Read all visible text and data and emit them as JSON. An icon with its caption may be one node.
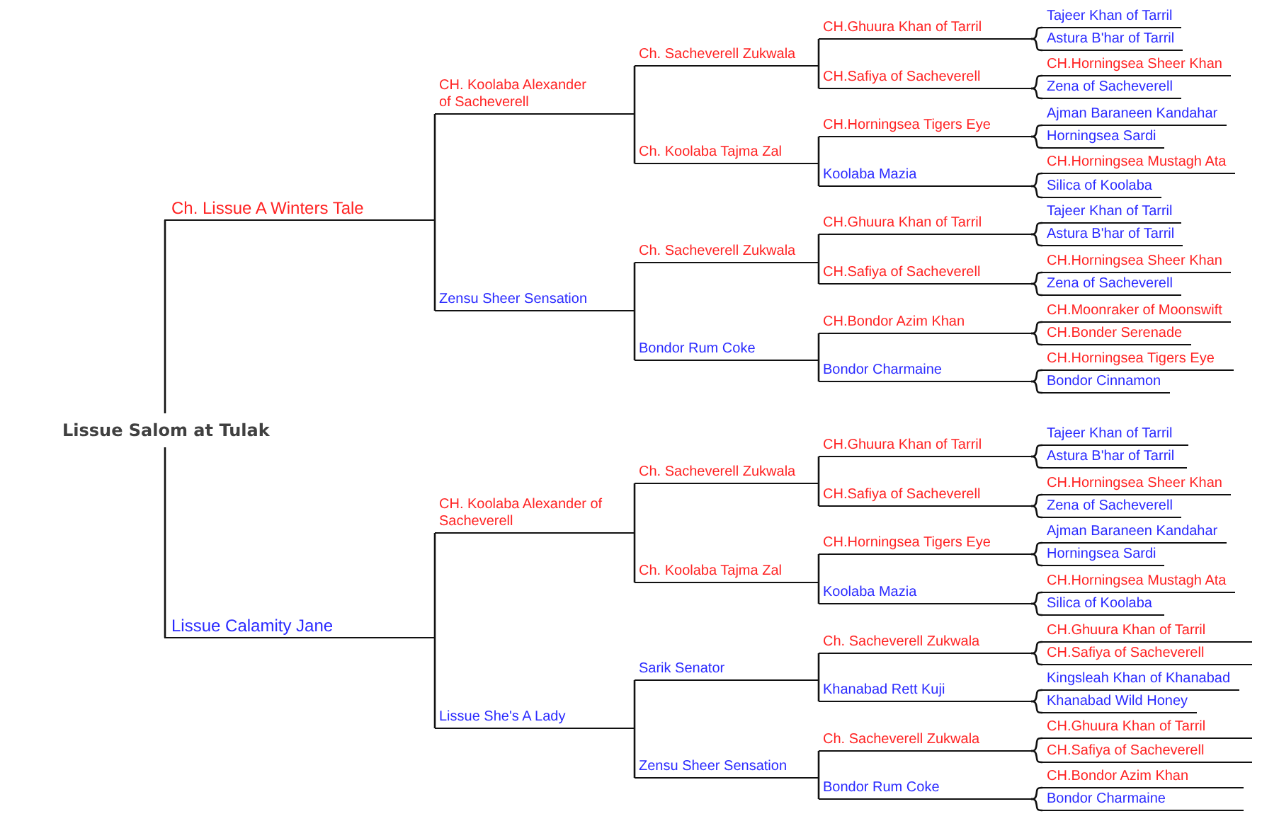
{
  "diagram": {
    "nodes": [
      {
        "text": [
          "Lissue Salom at Tulak"
        ]
      },
      {
        "text": [
          "Ch. Lissue A Winters Tale"
        ]
      },
      {
        "text": [
          "Lissue Calamity Jane"
        ]
      },
      {
        "text": [
          "CH. Koolaba Alexander of Sacheverell"
        ]
      },
      {
        "text": [
          "Zensu Sheer Sensation"
        ]
      },
      {
        "text": [
          "CH. Koolaba Alexander of Sacheverell"
        ]
      },
      {
        "text": [
          "Lissue She's A Lady"
        ]
      },
      {
        "text": [
          "Ch. Sacheverell Zukwala"
        ]
      },
      {
        "text": [
          "Ch. Koolaba Tajma Zal"
        ]
      },
      {
        "text": [
          "Ch. Sacheverell Zukwala"
        ]
      },
      {
        "text": [
          "Bondor Rum Coke"
        ]
      },
      {
        "text": [
          "Ch. Sacheverell Zukwala"
        ]
      },
      {
        "text": [
          "Ch. Koolaba Tajma Zal"
        ]
      },
      {
        "text": [
          "Sarik Senator"
        ]
      },
      {
        "text": [
          "Zensu Sheer Sensation"
        ]
      },
      {
        "text": [
          "CH.Ghuura Khan of Tarril"
        ]
      },
      {
        "text": [
          "CH.Safiya of Sacheverell"
        ]
      },
      {
        "text": [
          "CH.Horningsea Tigers Eye"
        ]
      },
      {
        "text": [
          "Koolaba Mazia"
        ]
      },
      {
        "text": [
          "CH.Ghuura Khan of Tarril"
        ]
      },
      {
        "text": [
          "CH.Safiya of Sacheverell"
        ]
      },
      {
        "text": [
          "CH.Bondor Azim Khan"
        ]
      },
      {
        "text": [
          "Bondor Charmaine"
        ]
      },
      {
        "text": [
          "CH.Ghuura Khan of Tarril"
        ]
      },
      {
        "text": [
          "CH.Safiya of Sacheverell"
        ]
      },
      {
        "text": [
          "CH.Horningsea Tigers Eye"
        ]
      },
      {
        "text": [
          "Koolaba Mazia"
        ]
      },
      {
        "text": [
          "Ch. Sacheverell Zukwala"
        ]
      },
      {
        "text": [
          "Khanabad Rett Kuji"
        ]
      },
      {
        "text": [
          "Ch. Sacheverell Zukwala"
        ]
      },
      {
        "text": [
          "Bondor Rum Coke"
        ]
      },
      {
        "text": [
          "Tajeer Khan of Tarril"
        ]
      },
      {
        "text": [
          "Astura B'har of Tarril"
        ]
      },
      {
        "text": [
          "CH.Horningsea Sheer Khan"
        ]
      },
      {
        "text": [
          "Zena of Sacheverell"
        ]
      },
      {
        "text": [
          "Ajman Baraneen Kandahar"
        ]
      },
      {
        "text": [
          "Horningsea Sardi"
        ]
      },
      {
        "text": [
          "CH.Horningsea Mustagh Ata"
        ]
      },
      {
        "text": [
          "Silica of Koolaba"
        ]
      },
      {
        "text": [
          "Tajeer Khan of Tarril"
        ]
      },
      {
        "text": [
          "Astura B'har of Tarril"
        ]
      },
      {
        "text": [
          "CH.Horningsea Sheer Khan"
        ]
      },
      {
        "text": [
          "Zena of Sacheverell"
        ]
      },
      {
        "text": [
          "CH.Moonraker of Moonswift"
        ]
      },
      {
        "text": [
          "CH.Bonder Serenade"
        ]
      },
      {
        "text": [
          "CH.Horningsea Tigers Eye"
        ]
      },
      {
        "text": [
          "Bondor Cinnamon"
        ]
      },
      {
        "text": [
          "Tajeer Khan of Tarril"
        ]
      },
      {
        "text": [
          "Astura B'har of Tarril"
        ]
      },
      {
        "text": [
          "CH.Horningsea Sheer Khan"
        ]
      },
      {
        "text": [
          "Zena of Sacheverell"
        ]
      },
      {
        "text": [
          "Ajman Baraneen Kandahar"
        ]
      },
      {
        "text": [
          "Horningsea Sardi"
        ]
      },
      {
        "text": [
          "CH.Horningsea Mustagh Ata"
        ]
      },
      {
        "text": [
          "Silica of Koolaba"
        ]
      },
      {
        "text": [
          "CH.Ghuura Khan of Tarril"
        ]
      },
      {
        "text": [
          "CH.Safiya of Sacheverell"
        ]
      },
      {
        "text": [
          "Kingsleah Khan of Khanabad"
        ]
      },
      {
        "text": [
          "Khanabad Wild Honey"
        ]
      },
      {
        "text": [
          "CH.Ghuura Khan of Tarril"
        ]
      },
      {
        "text": [
          "CH.Safiya of Sacheverell"
        ]
      },
      {
        "text": [
          "CH.Bondor Azim Khan"
        ]
      },
      {
        "text": [
          "Bondor Charmaine"
        ]
      }
    ],
    "edges": [
      {
        "from": 0,
        "to": 1,
        "arrow": "none"
      },
      {
        "from": 0,
        "to": 2,
        "arrow": "none"
      },
      {
        "from": 1,
        "to": 3,
        "arrow": "none"
      },
      {
        "from": 1,
        "to": 4,
        "arrow": "none"
      },
      {
        "from": 2,
        "to": 5,
        "arrow": "none"
      },
      {
        "from": 2,
        "to": 6,
        "arrow": "none"
      },
      {
        "from": 3,
        "to": 7,
        "arrow": "none"
      },
      {
        "from": 3,
        "to": 8,
        "arrow": "none"
      },
      {
        "from": 4,
        "to": 9,
        "arrow": "none"
      },
      {
        "from": 4,
        "to": 10,
        "arrow": "none"
      },
      {
        "from": 5,
        "to": 11,
        "arrow": "none"
      },
      {
        "from": 5,
        "to": 12,
        "arrow": "none"
      },
      {
        "from": 6,
        "to": 13,
        "arrow": "none"
      },
      {
        "from": 6,
        "to": 14,
        "arrow": "none"
      },
      {
        "from": 7,
        "to": 15,
        "arrow": "none"
      },
      {
        "from": 7,
        "to": 16,
        "arrow": "none"
      },
      {
        "from": 8,
        "to": 17,
        "arrow": "none"
      },
      {
        "from": 8,
        "to": 18,
        "arrow": "none"
      },
      {
        "from": 9,
        "to": 19,
        "arrow": "none"
      },
      {
        "from": 9,
        "to": 20,
        "arrow": "none"
      },
      {
        "from": 10,
        "to": 21,
        "arrow": "none"
      },
      {
        "from": 10,
        "to": 22,
        "arrow": "none"
      },
      {
        "from": 11,
        "to": 23,
        "arrow": "none"
      },
      {
        "from": 11,
        "to": 24,
        "arrow": "none"
      },
      {
        "from": 12,
        "to": 25,
        "arrow": "none"
      },
      {
        "from": 12,
        "to": 26,
        "arrow": "none"
      },
      {
        "from": 13,
        "to": 27,
        "arrow": "none"
      },
      {
        "from": 13,
        "to": 28,
        "arrow": "none"
      },
      {
        "from": 14,
        "to": 29,
        "arrow": "none"
      },
      {
        "from": 14,
        "to": 30,
        "arrow": "none"
      },
      {
        "from": 15,
        "to": 31,
        "arrow": "none"
      },
      {
        "from": 15,
        "to": 32,
        "arrow": "none"
      },
      {
        "from": 16,
        "to": 33,
        "arrow": "none"
      },
      {
        "from": 16,
        "to": 34,
        "arrow": "none"
      },
      {
        "from": 17,
        "to": 35,
        "arrow": "none"
      },
      {
        "from": 17,
        "to": 36,
        "arrow": "none"
      },
      {
        "from": 18,
        "to": 37,
        "arrow": "none"
      },
      {
        "from": 18,
        "to": 38,
        "arrow": "none"
      },
      {
        "from": 19,
        "to": 39,
        "arrow": "none"
      },
      {
        "from": 19,
        "to": 40,
        "arrow": "none"
      },
      {
        "from": 20,
        "to": 41,
        "arrow": "none"
      },
      {
        "from": 20,
        "to": 42,
        "arrow": "none"
      },
      {
        "from": 21,
        "to": 43,
        "arrow": "none"
      },
      {
        "from": 21,
        "to": 44,
        "arrow": "none"
      },
      {
        "from": 22,
        "to": 45,
        "arrow": "none"
      },
      {
        "from": 22,
        "to": 46,
        "arrow": "none"
      },
      {
        "from": 23,
        "to": 47,
        "arrow": "none"
      },
      {
        "from": 23,
        "to": 48,
        "arrow": "none"
      },
      {
        "from": 24,
        "to": 49,
        "arrow": "none"
      },
      {
        "from": 24,
        "to": 50,
        "arrow": "none"
      },
      {
        "from": 25,
        "to": 51,
        "arrow": "none"
      },
      {
        "from": 25,
        "to": 52,
        "arrow": "none"
      },
      {
        "from": 26,
        "to": 53,
        "arrow": "none"
      },
      {
        "from": 26,
        "to": 54,
        "arrow": "none"
      },
      {
        "from": 27,
        "to": 55,
        "arrow": "none"
      },
      {
        "from": 27,
        "to": 56,
        "arrow": "none"
      },
      {
        "from": 28,
        "to": 57,
        "arrow": "none"
      },
      {
        "from": 28,
        "to": 58,
        "arrow": "none"
      },
      {
        "from": 29,
        "to": 59,
        "arrow": "none"
      },
      {
        "from": 29,
        "to": 60,
        "arrow": "none"
      },
      {
        "from": 30,
        "to": 61,
        "arrow": "none"
      },
      {
        "from": 30,
        "to": 62,
        "arrow": "none"
      }
    ]
  }
}
